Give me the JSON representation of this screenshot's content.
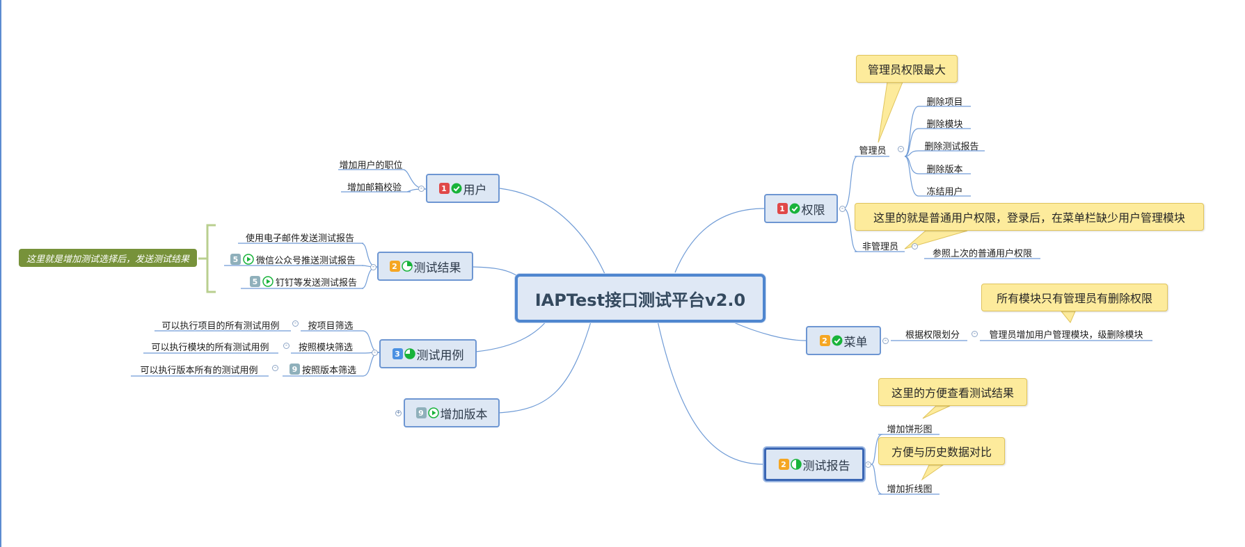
{
  "root": {
    "title": "IAPTest接口测试平台v2.0"
  },
  "nodes": {
    "users": {
      "label": "用户",
      "badge": "1"
    },
    "results": {
      "label": "测试结果",
      "badge": "2"
    },
    "cases": {
      "label": "测试用例",
      "badge": "3"
    },
    "version": {
      "label": "增加版本",
      "badge": "9"
    },
    "perm": {
      "label": "权限",
      "badge": "1"
    },
    "menu": {
      "label": "菜单",
      "badge": "2"
    },
    "report": {
      "label": "测试报告",
      "badge": "2"
    }
  },
  "users_children": [
    "增加用户的职位",
    "增加邮箱校验"
  ],
  "results_children": {
    "email": "使用电子邮件发送测试报告",
    "wechat": "微信公众号推送测试报告",
    "dingtalk": "钉钉等发送测试报告",
    "wechat_badge": "5",
    "dingtalk_badge": "5"
  },
  "summary": "这里就是增加测试选择后，发送测试结果",
  "cases_children": {
    "by_project": "按项目筛选",
    "by_module": "按照模块筛选",
    "by_version": "按照版本筛选",
    "by_version_badge": "9",
    "run_project": "可以执行项目的所有测试用例",
    "run_module": "可以执行模块的所有测试用例",
    "run_version": "可以执行版本所有的测试用例"
  },
  "perm_children": {
    "admin": "管理员",
    "non_admin": "非管理员",
    "admin_items": [
      "删除项目",
      "删除模块",
      "删除测试报告",
      "删除版本",
      "冻结用户"
    ],
    "non_admin_item": "参照上次的普通用户权限"
  },
  "menu_children": {
    "by_perm": "根据权限划分",
    "detail": "管理员增加用户管理模块，级删除模块"
  },
  "report_children": [
    "增加饼形图",
    "增加折线图"
  ],
  "callouts": {
    "admin_max": "管理员权限最大",
    "non_admin_note": "这里的就是普通用户权限，登录后，在菜单栏缺少用户管理模块",
    "menu_note": "所有模块只有管理员有删除权限",
    "report_pie": "这里的方便查看测试结果",
    "report_line": "方便与历史数据对比"
  },
  "colors": {
    "badge_red": "#e04848",
    "badge_orange": "#f5a623",
    "badge_blue": "#4a90e2",
    "badge_gray": "#8fb0bb",
    "check_green": "#18b33a",
    "line_blue": "#6f9bd6",
    "summary_green": "#77923a",
    "callout_yellow": "#fdeb9c"
  }
}
